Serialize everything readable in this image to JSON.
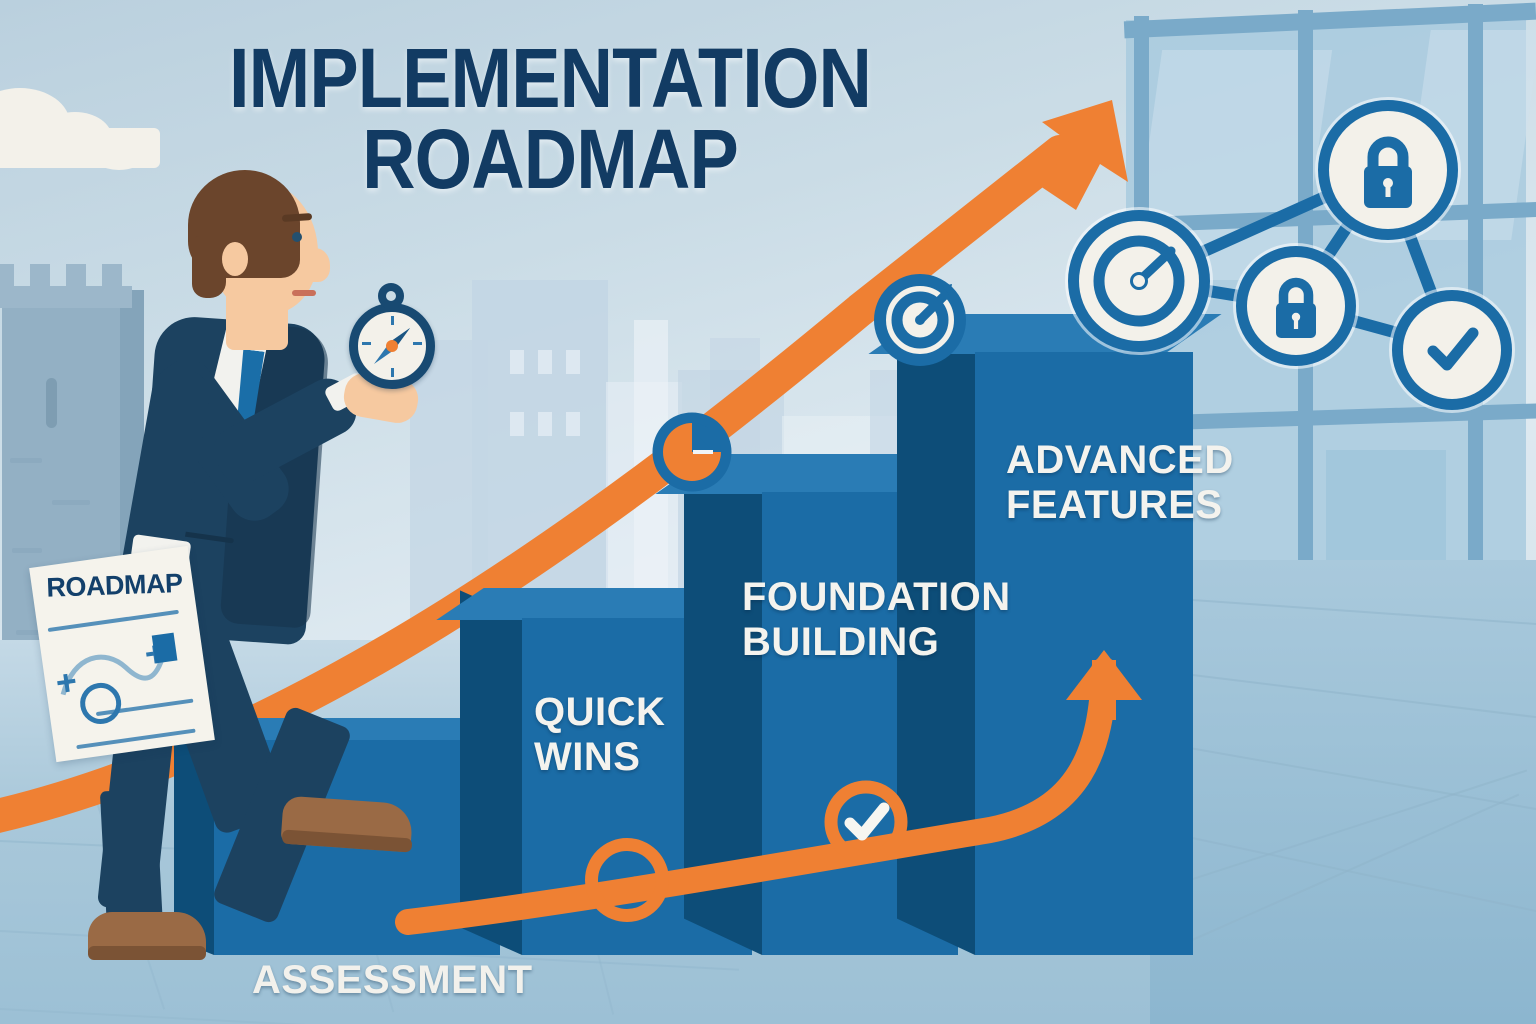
{
  "title": {
    "line1": "IMPLEMENTATION",
    "line2": "ROADMAP"
  },
  "stages": [
    {
      "key": "assessment",
      "label": "ASSESSMENT",
      "label_lines": [
        "ASSESSMENT"
      ],
      "order": 1
    },
    {
      "key": "quick_wins",
      "label": "QUICK WINS",
      "label_lines": [
        "QUICK",
        "WINS"
      ],
      "order": 2
    },
    {
      "key": "foundation_building",
      "label": "FOUNDATION BUILDING",
      "label_lines": [
        "FOUNDATION",
        "BUILDING"
      ],
      "order": 3
    },
    {
      "key": "advanced_features",
      "label": "ADVANCED FEATURES",
      "label_lines": [
        "ADVANCED",
        "FEATURES"
      ],
      "order": 4
    }
  ],
  "labels": {
    "assessment": "ASSESSMENT",
    "quick_wins_l1": "QUICK",
    "quick_wins_l2": "WINS",
    "foundation_l1": "FOUNDATION",
    "foundation_l2": "BUILDING",
    "advanced_l1": "ADVANCED",
    "advanced_l2": "FEATURES"
  },
  "document": {
    "heading": "ROADMAP"
  },
  "icons": {
    "compass": "compass-icon",
    "pie_chart": "pie-chart-icon",
    "target": "target-icon",
    "gauge": "gauge-icon",
    "lock_top": "lock-icon",
    "lock_mid": "lock-icon",
    "check_node": "check-circle-icon",
    "progress_node": "progress-node-icon",
    "check_milestone": "check-milestone-icon",
    "growth_arrow": "growth-arrow-icon",
    "upward_arrow": "upward-arrow-icon",
    "cloud": "cloud-icon",
    "tower": "castle-tower-icon"
  },
  "colors": {
    "title_navy": "#123b63",
    "bar_front": "#1b6ca6",
    "bar_side": "#0d4d78",
    "accent_orange": "#ef8033",
    "label_white": "#f4f3ee",
    "sky": "#cadce6",
    "floor": "#a9c8da",
    "suit_navy": "#1c4260",
    "icon_cream": "#f3f1ea"
  },
  "chart_data": {
    "type": "bar",
    "title": "IMPLEMENTATION ROADMAP",
    "categories": [
      "ASSESSMENT",
      "QUICK WINS",
      "FOUNDATION BUILDING",
      "ADVANCED FEATURES"
    ],
    "values": [
      1,
      2,
      3,
      4
    ],
    "value_meaning": "relative bar height / maturity stage",
    "xlabel": "",
    "ylabel": "",
    "grid": false,
    "legend": "none",
    "annotations": [
      "growth arrow rising left-to-right with pie-chart and target milestones",
      "lower orange progress path with node and checkmark milestones",
      "upward arrow on final stage",
      "network of security icons: gauge, two locks, checkmark"
    ]
  }
}
